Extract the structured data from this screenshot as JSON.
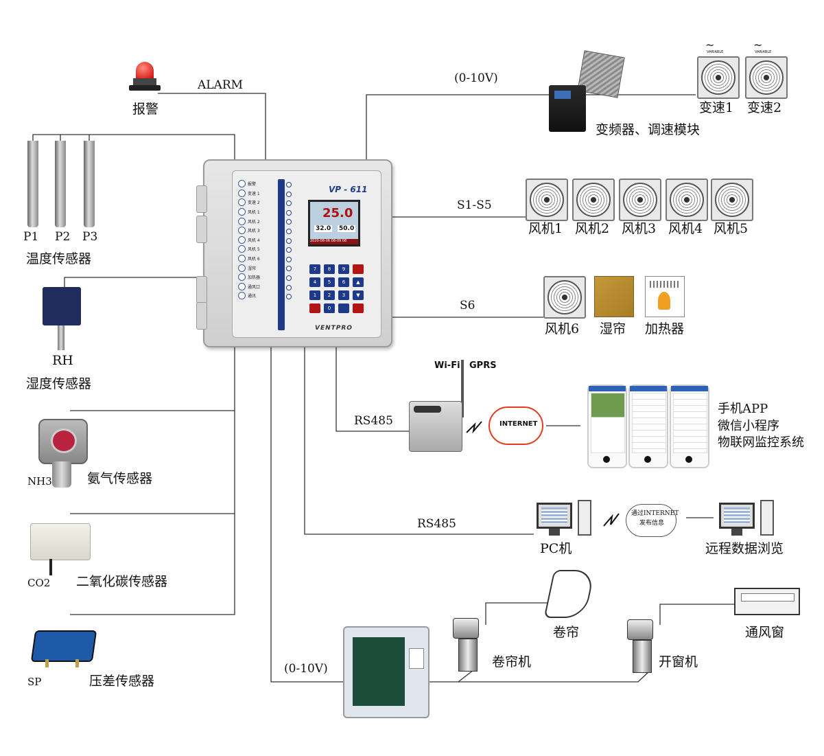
{
  "controller": {
    "model": "VP - 611",
    "brand": "VENTPRO",
    "display_temp": "25.0",
    "display_left": "32.0",
    "display_right": "50.0",
    "display_date": "2020-08-06   08-09 08",
    "channels": [
      "报警",
      "变速 1",
      "变速 2",
      "风机 1",
      "风机 2",
      "风机 3",
      "风机 4",
      "风机 5",
      "风机 6",
      "湿帘",
      "加热器",
      "通风口",
      "通讯"
    ],
    "keys": [
      "7",
      "8",
      "9",
      "",
      "4",
      "5",
      "6",
      "",
      "1",
      "2",
      "3",
      "",
      "",
      "0",
      "",
      ""
    ]
  },
  "labels": {
    "alarm_line": "ALARM",
    "alarm": "报警",
    "p1": "P1",
    "p2": "P2",
    "p3": "P3",
    "temp_sensor": "温度传感器",
    "rh": "RH",
    "humidity_sensor": "湿度传感器",
    "nh3": "NH3",
    "ammonia_sensor": "氨气传感器",
    "co2": "CO2",
    "co2_sensor": "二氧化碳传感器",
    "sp": "SP",
    "pressure_sensor": "压差传感器",
    "analog_top": "(0-10V)",
    "vfd": "变频器、调速模块",
    "variable_tag": "VARIABLE",
    "speed1": "变速1",
    "speed2": "变速2",
    "s1s5": "S1-S5",
    "fan1": "风机1",
    "fan2": "风机2",
    "fan3": "风机3",
    "fan4": "风机4",
    "fan5": "风机5",
    "s6": "S6",
    "fan6": "风机6",
    "wet_curtain": "湿帘",
    "heater": "加热器",
    "wifi": "Wi-Fi",
    "gprs": "GPRS",
    "rs485_a": "RS485",
    "internet": "INTERNET",
    "mobile_app": "手机APP",
    "wechat": "微信小程序",
    "iot": "物联网监控系统",
    "rs485_b": "RS485",
    "pc": "PC机",
    "via_internet_1": "通过INTERNET",
    "via_internet_2": "发布信息",
    "remote": "远程数据浏览",
    "curtain": "卷帘",
    "curtain_motor": "卷帘机",
    "vent_window": "通风窗",
    "window_motor": "开窗机",
    "analog_bottom": "(0-10V)"
  }
}
